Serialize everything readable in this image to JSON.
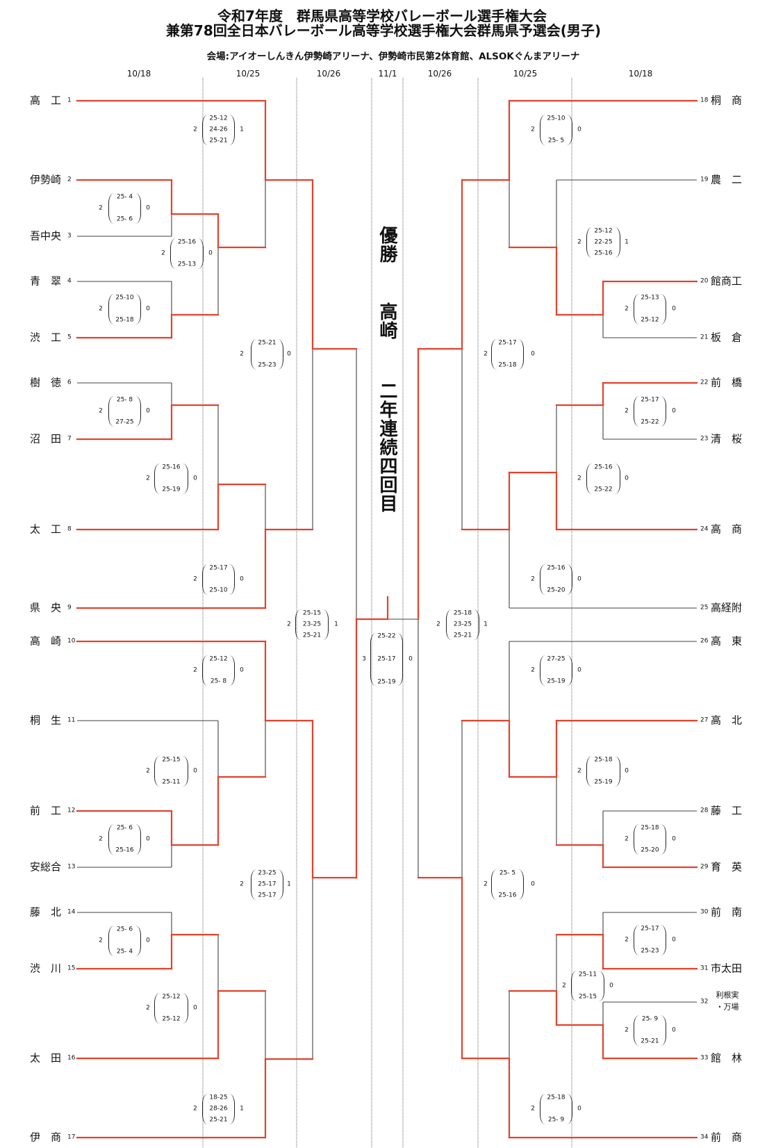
{
  "header": {
    "title_line1": "令和7年度　群馬県高等学校バレーボール選手権大会",
    "title_line2": "兼第78回全日本バレーボール高等学校選手権大会群馬県予選会(男子)",
    "venue": "会場:アイオーしんきん伊勢崎アリーナ、伊勢崎市民第2体育館、ALSOKぐんまアリーナ"
  },
  "round_dates": {
    "left": [
      "10/18",
      "10/25",
      "10/26"
    ],
    "final": "11/1",
    "right": [
      "10/26",
      "10/25",
      "10/18"
    ]
  },
  "champion": {
    "label": "優勝",
    "team": "高崎",
    "note": "二年連続四回目"
  },
  "colors": {
    "winner_line": "#e4412b",
    "loser_line": "#404040"
  },
  "teams": [
    {
      "no": 1,
      "name": "高　工",
      "side": "left"
    },
    {
      "no": 2,
      "name": "伊勢崎",
      "side": "left"
    },
    {
      "no": 3,
      "name": "吾中央",
      "side": "left"
    },
    {
      "no": 4,
      "name": "青　翠",
      "side": "left"
    },
    {
      "no": 5,
      "name": "渋　工",
      "side": "left"
    },
    {
      "no": 6,
      "name": "樹　徳",
      "side": "left"
    },
    {
      "no": 7,
      "name": "沼　田",
      "side": "left"
    },
    {
      "no": 8,
      "name": "太　工",
      "side": "left"
    },
    {
      "no": 9,
      "name": "県　央",
      "side": "left"
    },
    {
      "no": 10,
      "name": "高　崎",
      "side": "left"
    },
    {
      "no": 11,
      "name": "桐　生",
      "side": "left"
    },
    {
      "no": 12,
      "name": "前　工",
      "side": "left"
    },
    {
      "no": 13,
      "name": "安総合",
      "side": "left"
    },
    {
      "no": 14,
      "name": "藤　北",
      "side": "left"
    },
    {
      "no": 15,
      "name": "渋　川",
      "side": "left"
    },
    {
      "no": 16,
      "name": "太　田",
      "side": "left"
    },
    {
      "no": 17,
      "name": "伊　商",
      "side": "left"
    },
    {
      "no": 18,
      "name": "桐　商",
      "side": "right"
    },
    {
      "no": 19,
      "name": "農　二",
      "side": "right"
    },
    {
      "no": 20,
      "name": "館商工",
      "side": "right"
    },
    {
      "no": 21,
      "name": "板　倉",
      "side": "right"
    },
    {
      "no": 22,
      "name": "前　橋",
      "side": "right"
    },
    {
      "no": 23,
      "name": "清　桜",
      "side": "right"
    },
    {
      "no": 24,
      "name": "高　商",
      "side": "right"
    },
    {
      "no": 25,
      "name": "高経附",
      "side": "right"
    },
    {
      "no": 26,
      "name": "高　東",
      "side": "right"
    },
    {
      "no": 27,
      "name": "高　北",
      "side": "right"
    },
    {
      "no": 28,
      "name": "藤　工",
      "side": "right"
    },
    {
      "no": 29,
      "name": "育　英",
      "side": "right"
    },
    {
      "no": 30,
      "name": "前　南",
      "side": "right"
    },
    {
      "no": 31,
      "name": "市太田",
      "side": "right"
    },
    {
      "no": 32,
      "name": "利根実・万場",
      "name_lines": [
        "利根実",
        "・万場"
      ],
      "side": "right"
    },
    {
      "no": 33,
      "name": "館　林",
      "side": "right"
    },
    {
      "no": 34,
      "name": "前　商",
      "side": "right"
    }
  ],
  "matches": [
    {
      "id": "L1",
      "top": "T2",
      "bottom": "T3",
      "winner": "top",
      "sets": [
        2,
        0
      ],
      "scores": [
        "25- 4",
        "25- 6"
      ]
    },
    {
      "id": "L2",
      "top": "T4",
      "bottom": "T5",
      "winner": "bottom",
      "sets": [
        2,
        0
      ],
      "scores": [
        "25-10",
        "25-18"
      ]
    },
    {
      "id": "L3",
      "top": "L1",
      "bottom": "L2",
      "winner": "top",
      "sets": [
        2,
        0
      ],
      "scores": [
        "25-16",
        "25-13"
      ]
    },
    {
      "id": "L4",
      "top": "T1",
      "bottom": "L3",
      "winner": "top",
      "sets": [
        2,
        1
      ],
      "scores": [
        "25-12",
        "24-26",
        "25-21"
      ]
    },
    {
      "id": "L5",
      "top": "T6",
      "bottom": "T7",
      "winner": "bottom",
      "sets": [
        2,
        0
      ],
      "scores": [
        "25- 8",
        "27-25"
      ]
    },
    {
      "id": "L6",
      "top": "L5",
      "bottom": "T8",
      "winner": "bottom",
      "sets": [
        2,
        0
      ],
      "scores": [
        "25-16",
        "25-19"
      ]
    },
    {
      "id": "L7",
      "top": "L6",
      "bottom": "T9",
      "winner": "bottom",
      "sets": [
        2,
        0
      ],
      "scores": [
        "25-17",
        "25-10"
      ]
    },
    {
      "id": "L8",
      "top": "L4",
      "bottom": "L7",
      "winner": "top",
      "sets": [
        2,
        0
      ],
      "scores": [
        "25-21",
        "25-23"
      ]
    },
    {
      "id": "L9",
      "top": "T12",
      "bottom": "T13",
      "winner": "top",
      "sets": [
        2,
        0
      ],
      "scores": [
        "25- 6",
        "25-16"
      ]
    },
    {
      "id": "L10",
      "top": "T11",
      "bottom": "L9",
      "winner": "bottom",
      "sets": [
        2,
        0
      ],
      "scores": [
        "25-15",
        "25-11"
      ]
    },
    {
      "id": "L11",
      "top": "T10",
      "bottom": "L10",
      "winner": "top",
      "sets": [
        2,
        0
      ],
      "scores": [
        "25-12",
        "25- 8"
      ]
    },
    {
      "id": "L12",
      "top": "T14",
      "bottom": "T15",
      "winner": "bottom",
      "sets": [
        2,
        0
      ],
      "scores": [
        "25- 6",
        "25- 4"
      ]
    },
    {
      "id": "L13",
      "top": "L12",
      "bottom": "T16",
      "winner": "bottom",
      "sets": [
        2,
        0
      ],
      "scores": [
        "25-12",
        "25-12"
      ]
    },
    {
      "id": "L14",
      "top": "L13",
      "bottom": "T17",
      "winner": "bottom",
      "sets": [
        2,
        1
      ],
      "scores": [
        "18-25",
        "28-26",
        "25-21"
      ]
    },
    {
      "id": "L15",
      "top": "L11",
      "bottom": "L14",
      "winner": "top",
      "sets": [
        2,
        1
      ],
      "scores": [
        "23-25",
        "25-17",
        "25-17"
      ]
    },
    {
      "id": "LSF",
      "top": "L8",
      "bottom": "L15",
      "winner": "bottom",
      "sets": [
        2,
        1
      ],
      "scores": [
        "25-15",
        "23-25",
        "25-21"
      ]
    },
    {
      "id": "R1",
      "top": "T20",
      "bottom": "T21",
      "winner": "top",
      "sets": [
        2,
        0
      ],
      "scores": [
        "25-13",
        "25-12"
      ]
    },
    {
      "id": "R2",
      "top": "T19",
      "bottom": "R1",
      "winner": "bottom",
      "sets": [
        2,
        1
      ],
      "scores": [
        "25-12",
        "22-25",
        "25-16"
      ]
    },
    {
      "id": "R3",
      "top": "T18",
      "bottom": "R2",
      "winner": "top",
      "sets": [
        2,
        0
      ],
      "scores": [
        "25-10",
        "25- 5"
      ]
    },
    {
      "id": "R4",
      "top": "T22",
      "bottom": "T23",
      "winner": "top",
      "sets": [
        2,
        0
      ],
      "scores": [
        "25-17",
        "25-22"
      ]
    },
    {
      "id": "R5",
      "top": "R4",
      "bottom": "T24",
      "winner": "bottom",
      "sets": [
        2,
        0
      ],
      "scores": [
        "25-16",
        "25-22"
      ]
    },
    {
      "id": "R6",
      "top": "R5",
      "bottom": "T25",
      "winner": "top",
      "sets": [
        2,
        0
      ],
      "scores": [
        "25-16",
        "25-20"
      ]
    },
    {
      "id": "R7",
      "top": "R3",
      "bottom": "R6",
      "winner": "top",
      "sets": [
        2,
        0
      ],
      "scores": [
        "25-17",
        "25-18"
      ]
    },
    {
      "id": "R8",
      "top": "T28",
      "bottom": "T29",
      "winner": "bottom",
      "sets": [
        2,
        0
      ],
      "scores": [
        "25-18",
        "25-20"
      ]
    },
    {
      "id": "R9",
      "top": "T27",
      "bottom": "R8",
      "winner": "top",
      "sets": [
        2,
        0
      ],
      "scores": [
        "25-18",
        "25-19"
      ]
    },
    {
      "id": "R10",
      "top": "T26",
      "bottom": "R9",
      "winner": "bottom",
      "sets": [
        2,
        0
      ],
      "scores": [
        "27-25",
        "25-19"
      ]
    },
    {
      "id": "R11",
      "top": "T30",
      "bottom": "T31",
      "winner": "bottom",
      "sets": [
        2,
        0
      ],
      "scores": [
        "25-17",
        "25-23"
      ]
    },
    {
      "id": "R12",
      "top": "T32",
      "bottom": "T33",
      "winner": "bottom",
      "sets": [
        2,
        0
      ],
      "scores": [
        "25- 9",
        "25-21"
      ]
    },
    {
      "id": "R13",
      "top": "R11",
      "bottom": "R12",
      "winner": "bottom",
      "sets": [
        2,
        0
      ],
      "scores": [
        "25-11",
        "25-15"
      ]
    },
    {
      "id": "R14",
      "top": "R13",
      "bottom": "T34",
      "winner": "bottom",
      "sets": [
        2,
        0
      ],
      "scores": [
        "25-18",
        "25- 9"
      ]
    },
    {
      "id": "R15",
      "top": "R10",
      "bottom": "R14",
      "winner": "bottom",
      "sets": [
        2,
        0
      ],
      "scores": [
        "25- 5",
        "25-16"
      ]
    },
    {
      "id": "RSF",
      "top": "R7",
      "bottom": "R15",
      "winner": "top",
      "sets": [
        2,
        1
      ],
      "scores": [
        "25-18",
        "23-25",
        "25-21"
      ]
    }
  ],
  "final": {
    "left": "LSF",
    "right": "RSF",
    "winner": "left",
    "sets": [
      3,
      0
    ],
    "scores": [
      "25-22",
      "25-17",
      "25-19"
    ]
  }
}
